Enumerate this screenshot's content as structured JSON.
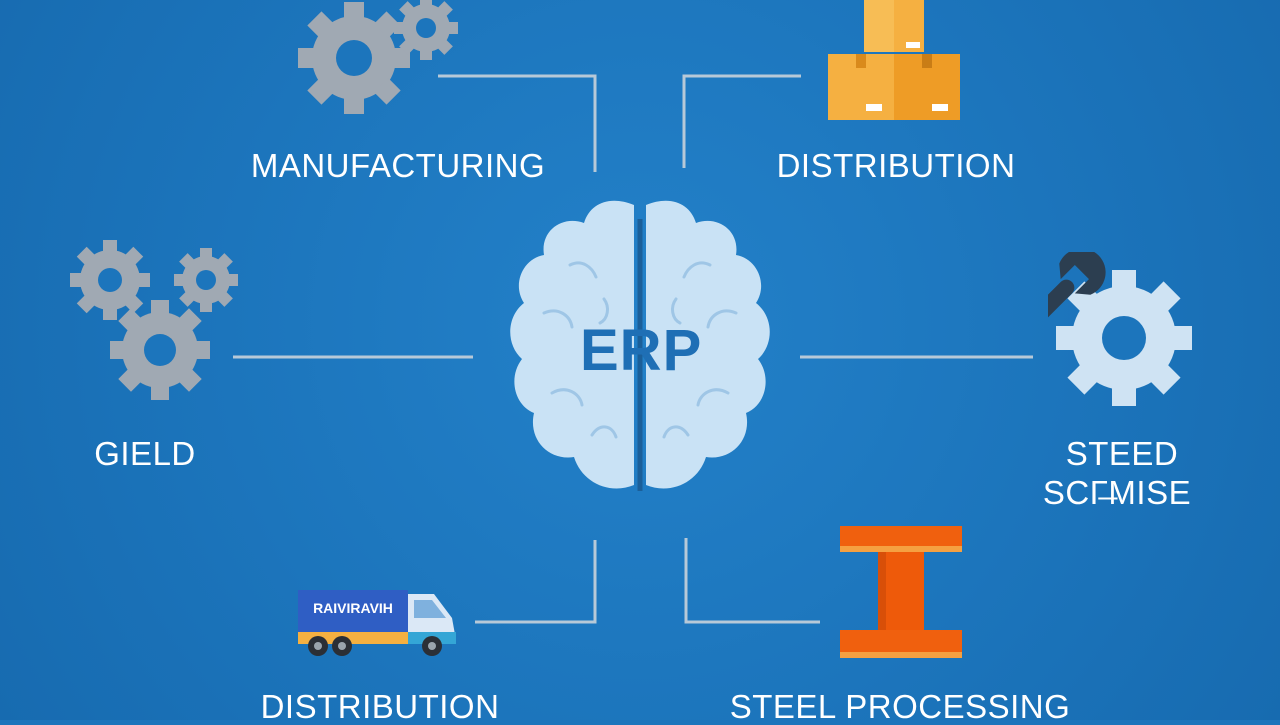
{
  "center": {
    "label": "ERP",
    "icon": "brain-icon"
  },
  "nodes": [
    {
      "id": "manufacturing",
      "label": "MANUFACTURING",
      "icon": "gears-icon"
    },
    {
      "id": "distribution-top",
      "label": "DISTRIBUTION",
      "icon": "boxes-icon"
    },
    {
      "id": "gield",
      "label": "GIELD",
      "icon": "gears-icon"
    },
    {
      "id": "steed",
      "label_line1": "STEED",
      "label_line2": "SCΓ̶MISE",
      "icon": "wrench-gear-icon"
    },
    {
      "id": "distribution-bottom",
      "label": "DISTRIBUTION",
      "icon": "truck-icon",
      "truck_text": "RAIVIRAVIH"
    },
    {
      "id": "steel-processing",
      "label": "STEEL PROCESSING",
      "icon": "steel-beam-icon"
    }
  ],
  "colors": {
    "background": "#1c75bc",
    "brain": "#c9e2f5",
    "gear": "#9ea9b4",
    "box": "#f1a42b",
    "beam": "#f0600e",
    "connector": "#b5c8d9"
  }
}
